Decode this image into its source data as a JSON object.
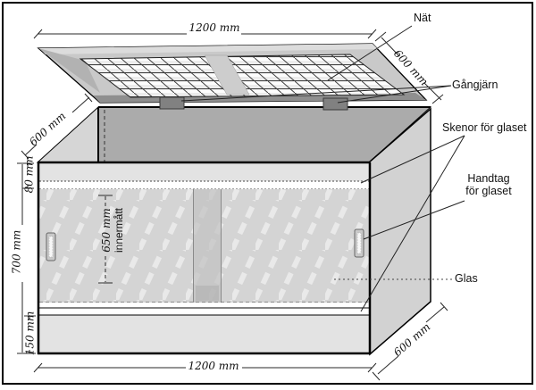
{
  "diagram": {
    "title_none": "",
    "labels": {
      "nat": "Nät",
      "gangjarn": "Gångjärn",
      "skenor": "Skenor för glaset",
      "handtag_line1": "Handtag",
      "handtag_line2": "för glaset",
      "glas": "Glas"
    },
    "dimensions": {
      "lid_width": "1200 mm",
      "lid_depth": "600 mm",
      "left_depth": "600 mm",
      "top_band": "80 mm",
      "total_height": "700 mm",
      "inner_height": "650 mm",
      "inner_height_caption": "innermått",
      "bottom_band": "150 mm",
      "box_width": "1200 mm",
      "bottom_depth": "600 mm"
    },
    "colors": {
      "background": "#ffffff",
      "line": "#000000",
      "back_wall_inner": "#ababab",
      "left_wall_inner": "#d6d6d6",
      "right_side_panel": "#d2d2d2",
      "front_band": "#e3e3e3",
      "glass": "#d4d4d4",
      "lid_frame": "#c9c9c9",
      "lid_edge": "#8f8f8f",
      "hinge": "#818181"
    }
  }
}
